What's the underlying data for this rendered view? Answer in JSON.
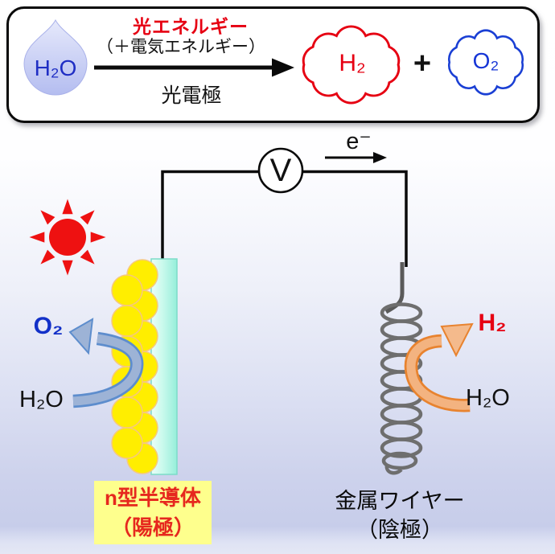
{
  "equation_box": {
    "reactant": "H₂O",
    "energy_line1": "光エネルギー",
    "energy_line2": "（＋電気エネルギー）",
    "catalyst": "光電極",
    "product_h2": "H₂",
    "plus_sign": "+",
    "product_o2": "O₂"
  },
  "circuit": {
    "voltmeter": "V",
    "electron_flow": "e⁻"
  },
  "anode": {
    "gas": "O₂",
    "water": "H₂O",
    "label_line1": "n型半導体",
    "label_line2": "（陽極）"
  },
  "cathode": {
    "gas": "H₂",
    "water": "H₂O",
    "label_line1": "金属ワイヤー",
    "label_line2": "（陰極）"
  },
  "colors": {
    "red_accent": "#e60012",
    "blue_accent": "#1230c8",
    "sun_red": "#ee1111",
    "particle_yellow": "#ffee00",
    "electrode_teal": "#aef3e2",
    "coil_gray": "#6e6e6e",
    "o2_arrow_blue": "#9db3d6",
    "h2_arrow_orange": "#f4ba8c",
    "label_highlight_yellow": "#feff8d",
    "background_bottom": "#c7cdea"
  }
}
